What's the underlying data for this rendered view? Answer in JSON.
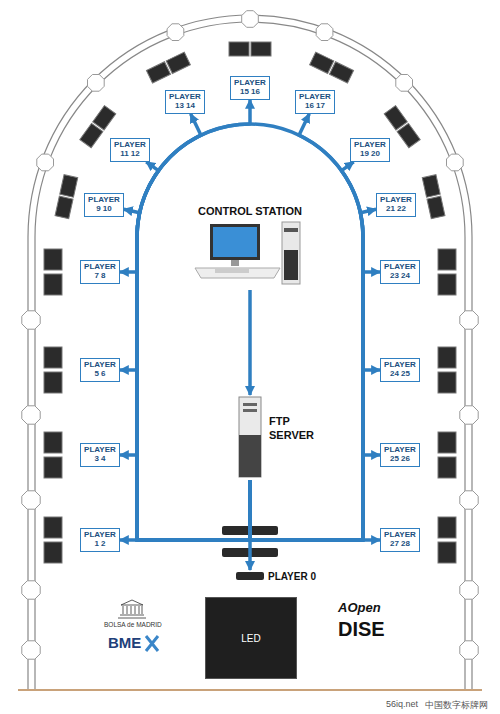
{
  "diagram": {
    "nodes": [
      {
        "text": [
          "CONTROL STATION"
        ]
      },
      {
        "text": [
          "FTP SERVER"
        ]
      },
      {
        "text": [
          "PLAYER 0"
        ]
      },
      {
        "text": [
          "LED"
        ]
      },
      {
        "text": [
          "PLAYER",
          "1 2"
        ]
      },
      {
        "text": [
          "PLAYER",
          "3 4"
        ]
      },
      {
        "text": [
          "PLAYER",
          "5 6"
        ]
      },
      {
        "text": [
          "PLAYER",
          "7 8"
        ]
      },
      {
        "text": [
          "PLAYER",
          "9 10"
        ]
      },
      {
        "text": [
          "PLAYER",
          "11 12"
        ]
      },
      {
        "text": [
          "PLAYER",
          "13 14"
        ]
      },
      {
        "text": [
          "PLAYER",
          "15 16"
        ]
      },
      {
        "text": [
          "PLAYER",
          "16 17"
        ]
      },
      {
        "text": [
          "PLAYER",
          "19 20"
        ]
      },
      {
        "text": [
          "PLAYER",
          "21 22"
        ]
      },
      {
        "text": [
          "PLAYER",
          "23 24"
        ]
      },
      {
        "text": [
          "PLAYER",
          "24 25"
        ]
      },
      {
        "text": [
          "PLAYER",
          "25 26"
        ]
      },
      {
        "text": [
          "PLAYER",
          "27 28"
        ]
      }
    ],
    "edges": [
      {
        "from": 0,
        "to": 1,
        "arrow": "to"
      },
      {
        "from": 1,
        "to": 2,
        "arrow": "to"
      },
      {
        "from": 1,
        "to": 4,
        "arrow": "to"
      },
      {
        "from": 1,
        "to": 5,
        "arrow": "to"
      },
      {
        "from": 1,
        "to": 6,
        "arrow": "to"
      },
      {
        "from": 1,
        "to": 7,
        "arrow": "to"
      },
      {
        "from": 1,
        "to": 8,
        "arrow": "to"
      },
      {
        "from": 1,
        "to": 9,
        "arrow": "to"
      },
      {
        "from": 1,
        "to": 10,
        "arrow": "to"
      },
      {
        "from": 1,
        "to": 11,
        "arrow": "to"
      },
      {
        "from": 1,
        "to": 12,
        "arrow": "to"
      },
      {
        "from": 1,
        "to": 13,
        "arrow": "to"
      },
      {
        "from": 1,
        "to": 14,
        "arrow": "to"
      },
      {
        "from": 1,
        "to": 15,
        "arrow": "to"
      },
      {
        "from": 1,
        "to": 16,
        "arrow": "to"
      },
      {
        "from": 1,
        "to": 17,
        "arrow": "to"
      },
      {
        "from": 1,
        "to": 18,
        "arrow": "to"
      }
    ],
    "labels": [
      "BOLSA de MADRID",
      "BME",
      "AOpen",
      "DISE",
      "56iq.net",
      "中国数字标牌网"
    ]
  }
}
